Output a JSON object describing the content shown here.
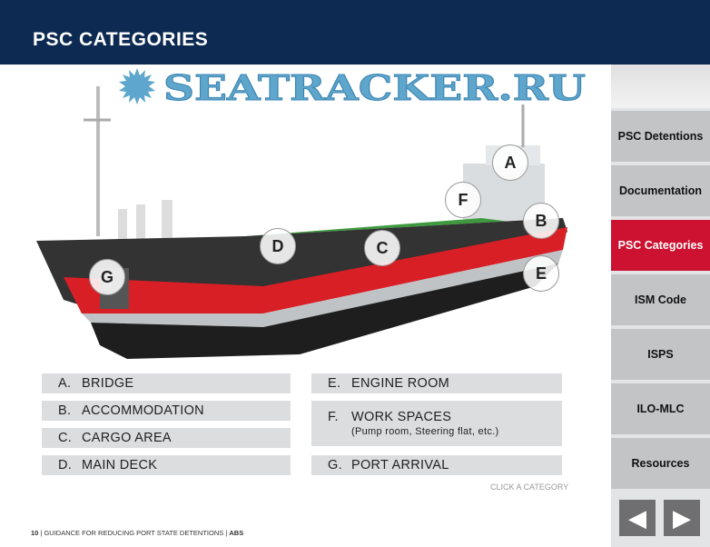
{
  "header": {
    "title": "PSC CATEGORIES"
  },
  "sidebar": {
    "items": [
      {
        "label": "PSC Detentions",
        "active": false
      },
      {
        "label": "Documentation",
        "active": false
      },
      {
        "label": "PSC Categories",
        "active": true
      },
      {
        "label": "ISM Code",
        "active": false
      },
      {
        "label": "ISPS",
        "active": false
      },
      {
        "label": "ILO-MLC",
        "active": false
      },
      {
        "label": "Resources",
        "active": false
      }
    ]
  },
  "markers": [
    "A",
    "B",
    "C",
    "D",
    "E",
    "F",
    "G"
  ],
  "legend": {
    "a": {
      "letter": "A.",
      "label": "BRIDGE"
    },
    "b": {
      "letter": "B.",
      "label": "ACCOMMODATION"
    },
    "c": {
      "letter": "C.",
      "label": "CARGO AREA"
    },
    "d": {
      "letter": "D.",
      "label": "MAIN DECK"
    },
    "e": {
      "letter": "E.",
      "label": "ENGINE ROOM"
    },
    "f": {
      "letter": "F.",
      "label": "WORK SPACES",
      "sub": "(Pump room, Steering flat, etc.)"
    },
    "g": {
      "letter": "G.",
      "label": "PORT ARRIVAL"
    }
  },
  "hint": "CLICK A CATEGORY",
  "footer": {
    "page": "10",
    "text": "GUIDANCE FOR REDUCING PORT STATE DETENTIONS",
    "brand": "ABS"
  },
  "nav": {
    "prev": "◀",
    "next": "▶"
  },
  "watermark": "SEATRACKER.RU",
  "colors": {
    "header": "#0c2a52",
    "active": "#cc1230",
    "hull_red": "#d81f26"
  }
}
